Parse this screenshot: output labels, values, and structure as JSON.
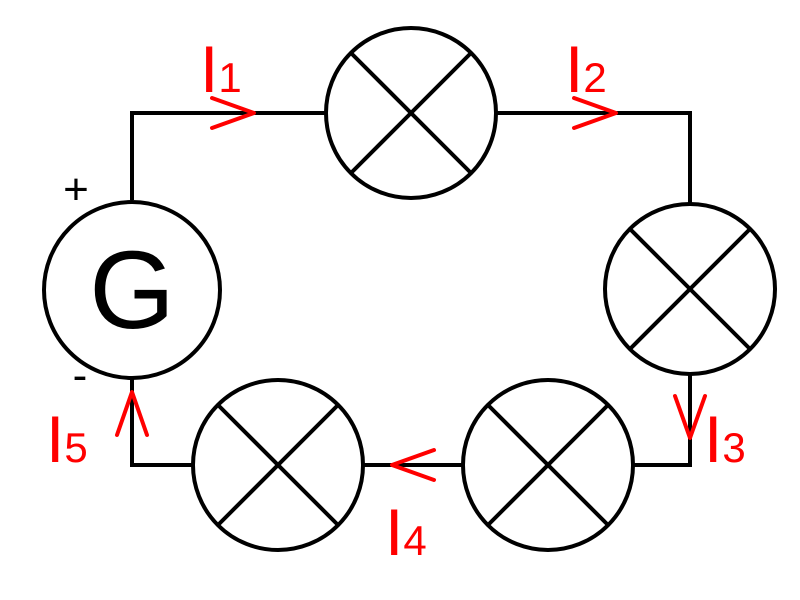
{
  "colors": {
    "wire": "#000000",
    "current_label": "#ff0000",
    "background": "#ffffff"
  },
  "generator": {
    "symbol": "G",
    "positive_terminal": "+",
    "negative_terminal": "-"
  },
  "lamp_icon": "lamp-cross-icon",
  "currents": [
    {
      "base": "I",
      "subscript": "1"
    },
    {
      "base": "I",
      "subscript": "2"
    },
    {
      "base": "I",
      "subscript": "3"
    },
    {
      "base": "I",
      "subscript": "4"
    },
    {
      "base": "I",
      "subscript": "5"
    }
  ]
}
